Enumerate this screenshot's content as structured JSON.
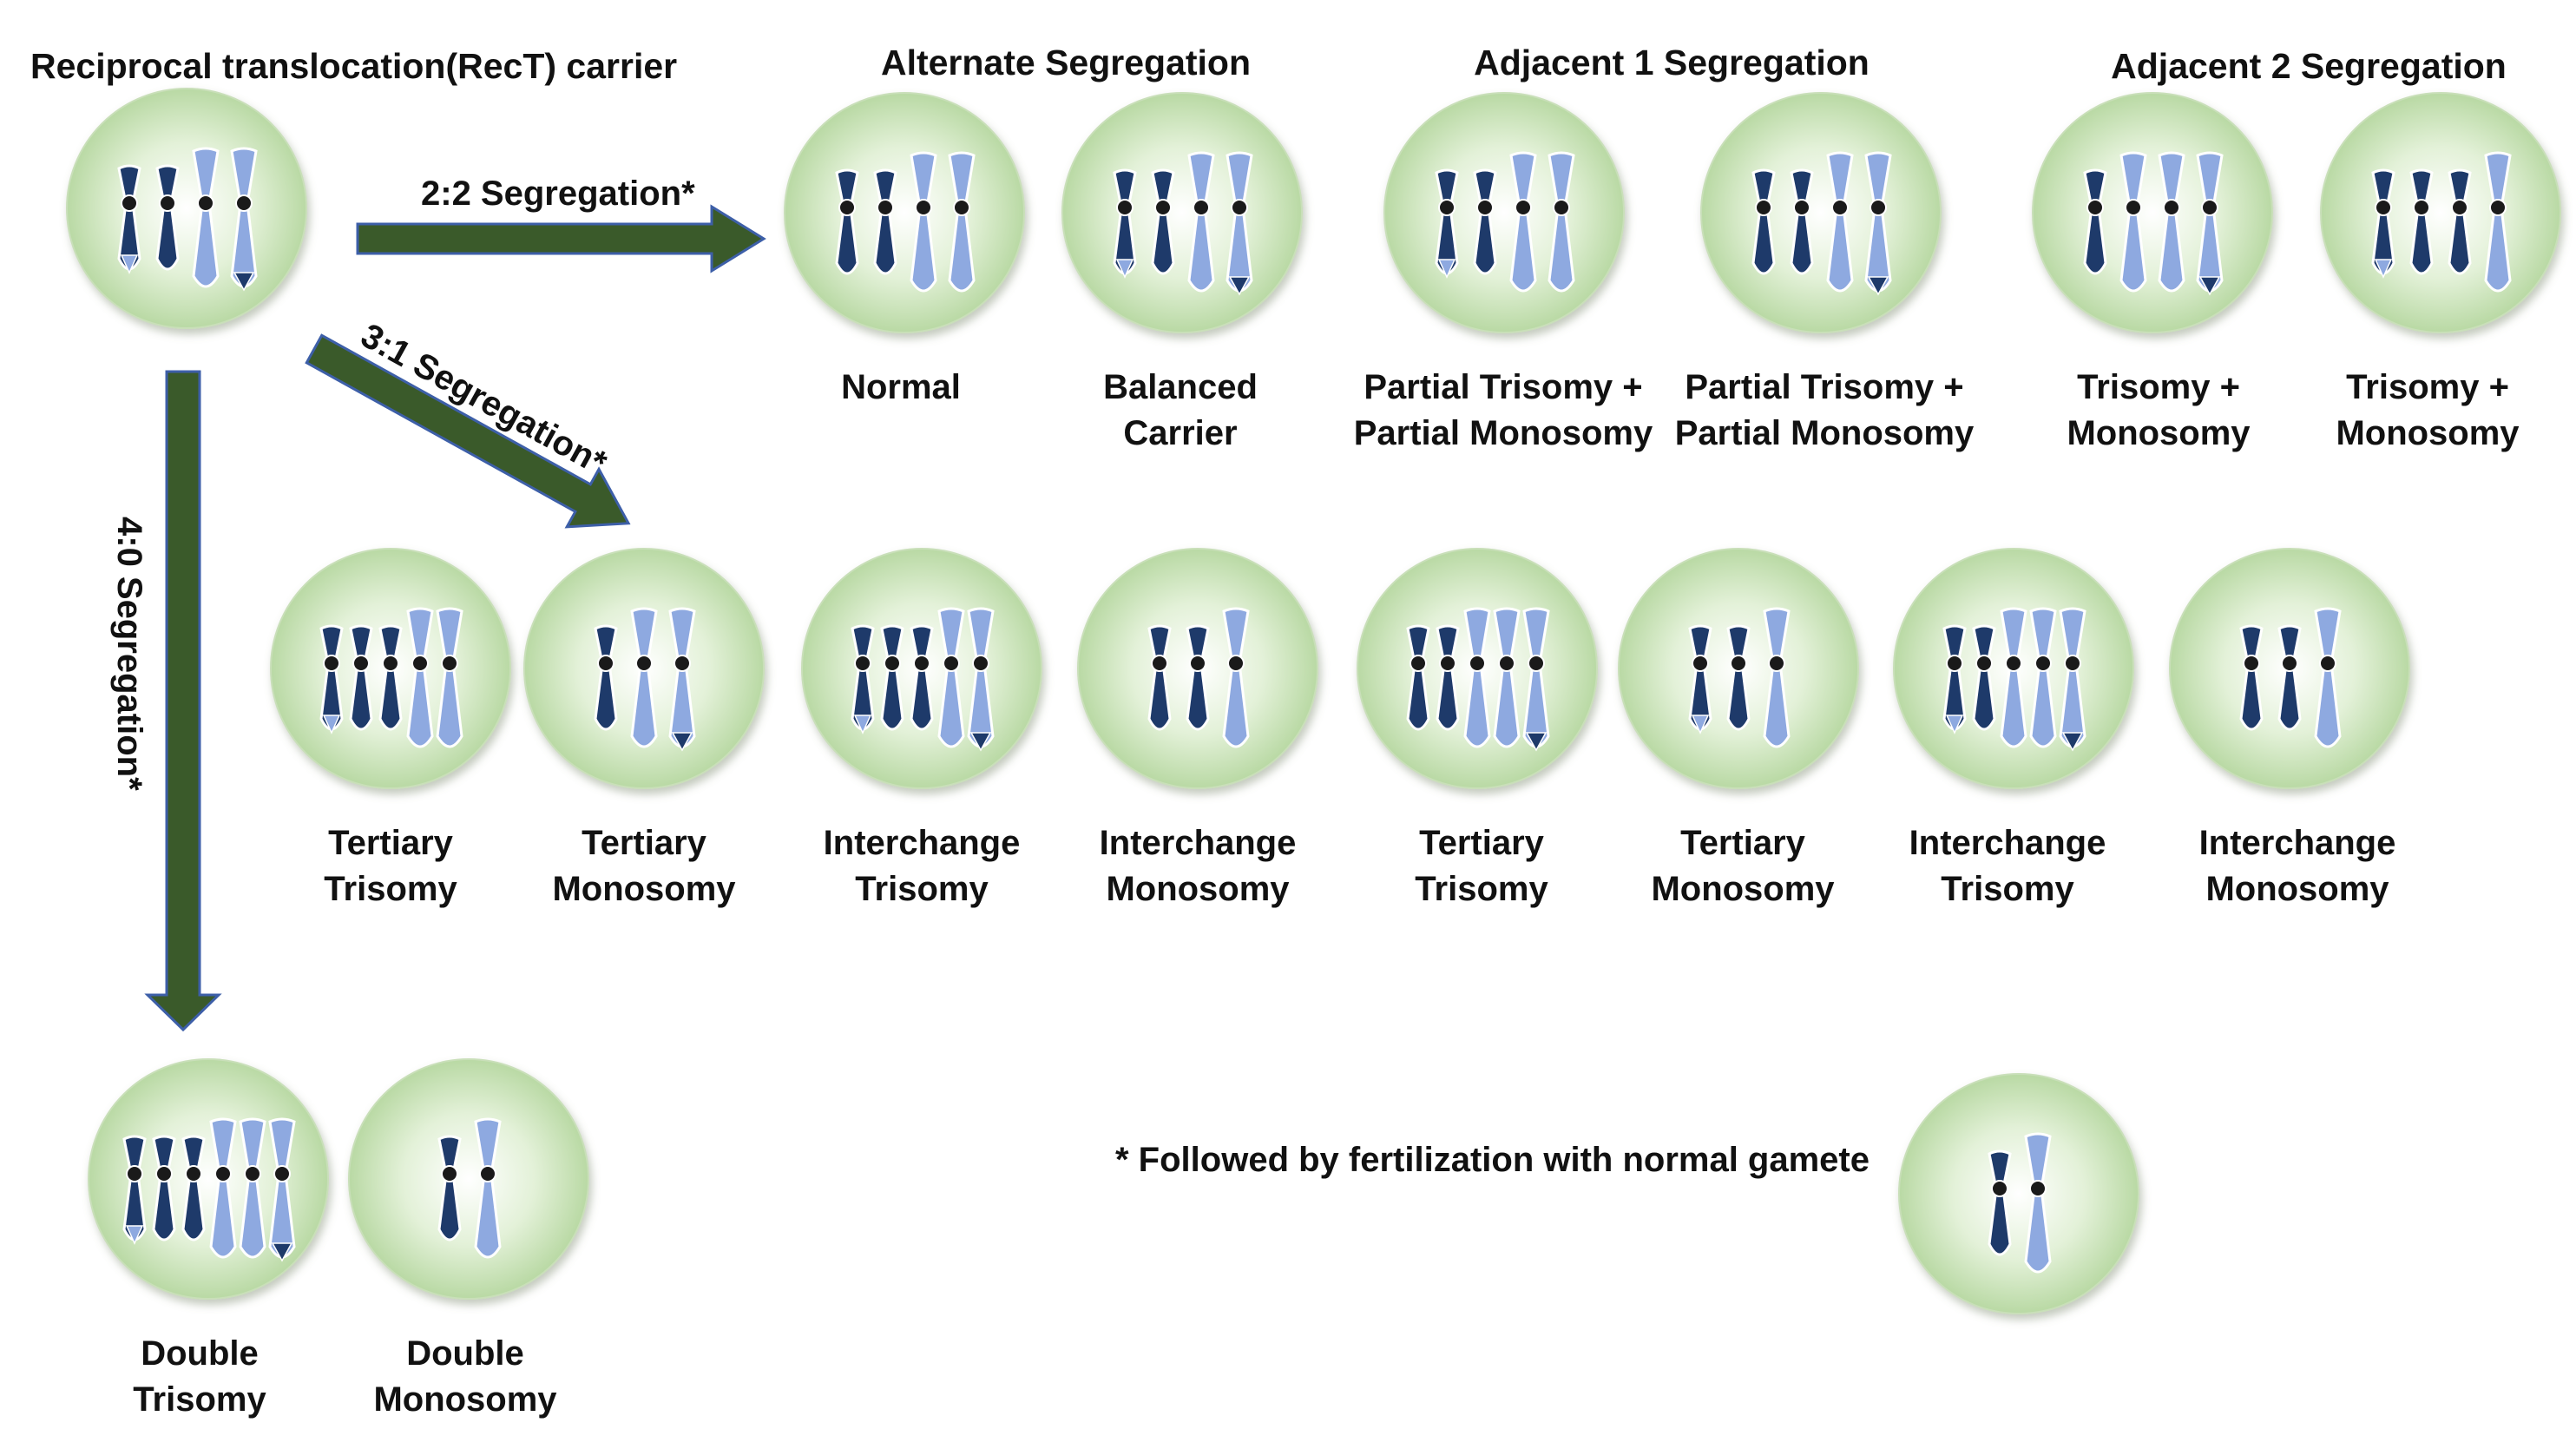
{
  "headings": {
    "carrier": "Reciprocal translocation(RecT) carrier",
    "alternate": "Alternate Segregation",
    "adjacent1": "Adjacent 1 Segregation",
    "adjacent2": "Adjacent 2 Segregation"
  },
  "arrows": {
    "seg22": "2:2 Segregation*",
    "seg31": "3:1 Segregation*",
    "seg40": "4:0 Segregation*"
  },
  "footnote": "* Followed by fertilization with normal gamete",
  "colors": {
    "dark_chromosome": "#1e3a6a",
    "light_chromosome": "#8ea9e0",
    "cell_fill": "#cfe6bf",
    "arrow_fill": "#3a5a2a",
    "arrow_outline": "#3d5fa8"
  },
  "cells": [
    {
      "key": "carrier",
      "chromosomes": "Dt D L Lt",
      "line1": "",
      "line2": ""
    },
    {
      "key": "normal",
      "chromosomes": "D D L L",
      "line1": "Normal",
      "line2": ""
    },
    {
      "key": "balanced",
      "chromosomes": "Dt D L Lt",
      "line1": "Balanced",
      "line2": "Carrier"
    },
    {
      "key": "adj1a",
      "chromosomes": "Dt D L L",
      "line1": "Partial Trisomy +",
      "line2": "Partial Monosomy"
    },
    {
      "key": "adj1b",
      "chromosomes": "D D L Lt",
      "line1": "Partial Trisomy +",
      "line2": "Partial Monosomy"
    },
    {
      "key": "adj2a",
      "chromosomes": "D L L Lt",
      "line1": "Trisomy +",
      "line2": "Monosomy"
    },
    {
      "key": "adj2b",
      "chromosomes": "Dt D D L",
      "line1": "Trisomy +",
      "line2": "Monosomy"
    },
    {
      "key": "t31_1",
      "chromosomes": "Dt D D L L",
      "line1": "Tertiary",
      "line2": "Trisomy"
    },
    {
      "key": "t31_2",
      "chromosomes": "D L Lt",
      "line1": "Tertiary",
      "line2": "Monosomy"
    },
    {
      "key": "t31_3",
      "chromosomes": "Dt D D L Lt",
      "line1": "Interchange",
      "line2": "Trisomy"
    },
    {
      "key": "t31_4",
      "chromosomes": "D D L",
      "line1": "Interchange",
      "line2": "Monosomy"
    },
    {
      "key": "t31_5",
      "chromosomes": "D D L L Lt",
      "line1": "Tertiary",
      "line2": "Trisomy"
    },
    {
      "key": "t31_6",
      "chromosomes": "Dt D L",
      "line1": "Tertiary",
      "line2": "Monosomy"
    },
    {
      "key": "t31_7",
      "chromosomes": "Dt D L L Lt",
      "line1": "Interchange",
      "line2": "Trisomy"
    },
    {
      "key": "t31_8",
      "chromosomes": "D D L",
      "line1": "Interchange",
      "line2": "Monosomy"
    },
    {
      "key": "t40_1",
      "chromosomes": "Dt D D L L Lt",
      "line1": "Double",
      "line2": "Trisomy"
    },
    {
      "key": "t40_2",
      "chromosomes": "D L",
      "line1": "Double",
      "line2": "Monosomy"
    },
    {
      "key": "gamete",
      "chromosomes": "D L",
      "line1": "",
      "line2": ""
    }
  ]
}
